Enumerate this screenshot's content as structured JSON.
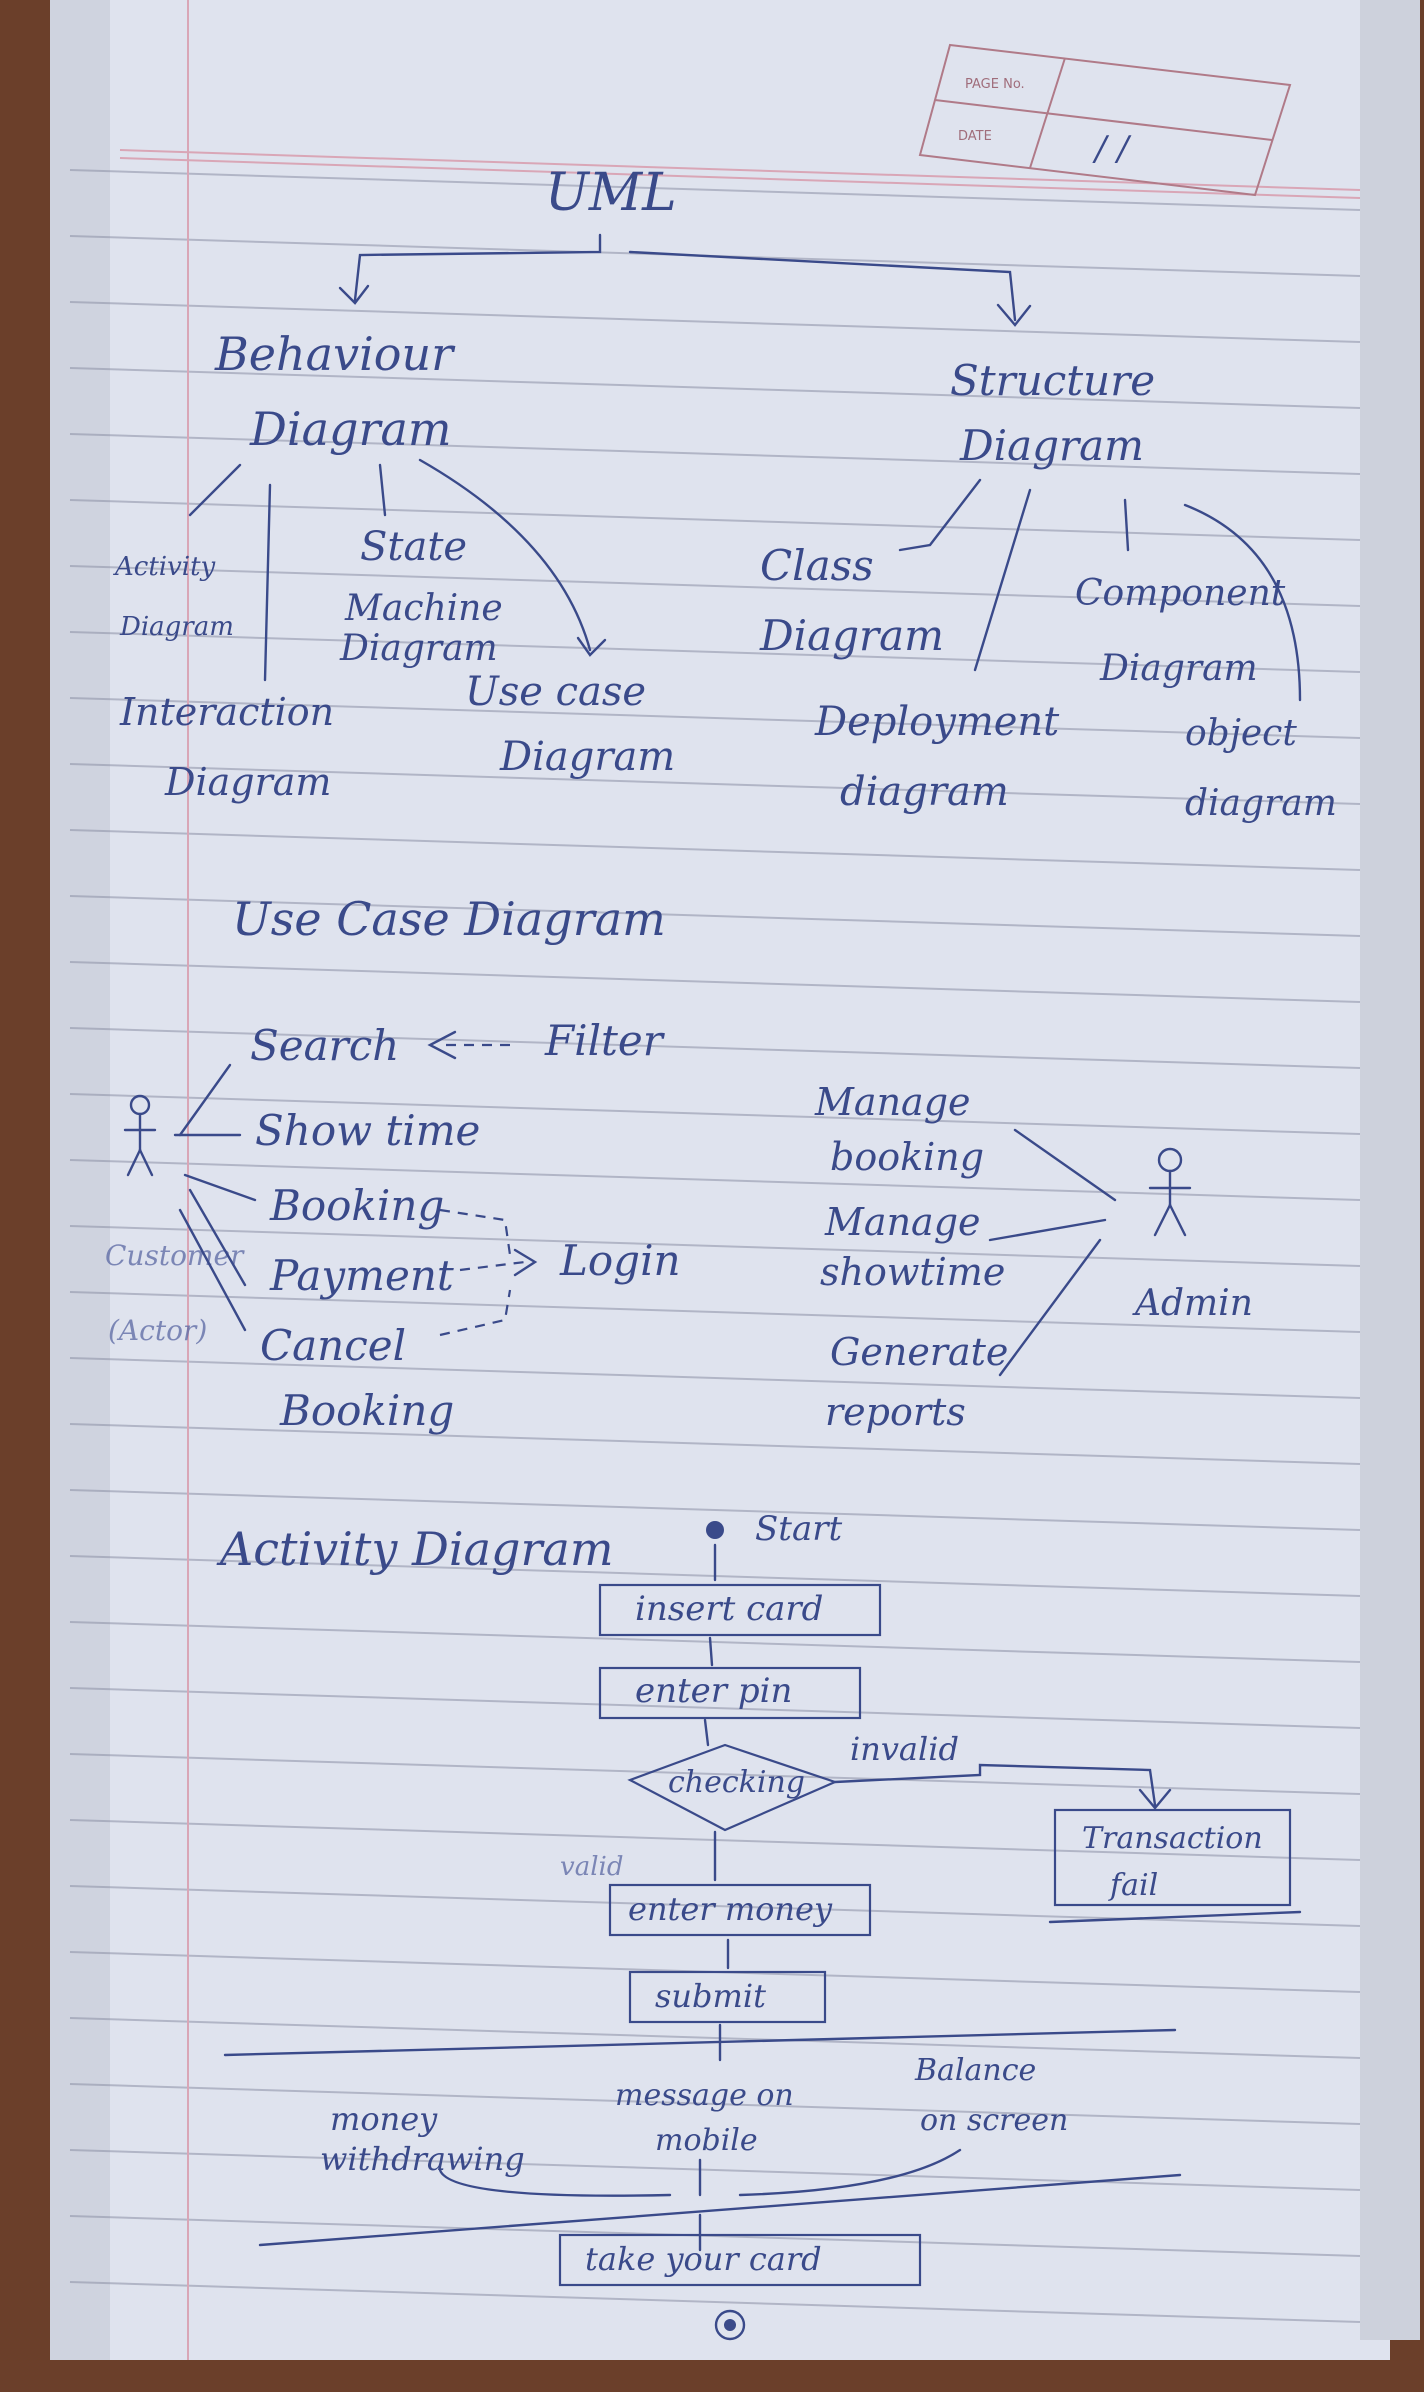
{
  "page_header": {
    "page_no_label": "PAGE No.",
    "date_label": "DATE",
    "date_value": "/ /"
  },
  "uml_tree": {
    "root": "UML",
    "behaviour": {
      "line1": "Behaviour",
      "line2": "Diagram",
      "children": [
        {
          "line1": "Activity",
          "line2": "Diagram"
        },
        {
          "line1": "State",
          "line2": "Machine",
          "line3": "Diagram"
        },
        {
          "line1": "Interaction",
          "line2": "Diagram"
        },
        {
          "line1": "Use case",
          "line2": "Diagram"
        }
      ]
    },
    "structure": {
      "line1": "Structure",
      "line2": "Diagram",
      "children": [
        {
          "line1": "Class",
          "line2": "Diagram"
        },
        {
          "line1": "Component",
          "line2": "Diagram"
        },
        {
          "line1": "Deployment",
          "line2": "diagram"
        },
        {
          "line1": "object",
          "line2": "diagram"
        }
      ]
    }
  },
  "use_case": {
    "heading": "Use Case Diagram",
    "customer_actor": {
      "line1": "Customer",
      "line2": "(Actor)"
    },
    "admin_actor": "Admin",
    "customer_cases": [
      "Search",
      "Show time",
      "Booking",
      "Payment",
      "Cancel",
      "Booking"
    ],
    "filter": "Filter",
    "login": "Login",
    "admin_cases": [
      {
        "line1": "Manage",
        "line2": "booking"
      },
      {
        "line1": "Manage",
        "line2": "showtime"
      },
      {
        "line1": "Generate",
        "line2": "reports"
      }
    ]
  },
  "activity": {
    "heading": "Activity Diagram",
    "start": "Start",
    "steps": [
      "insert card",
      "enter pin"
    ],
    "decision": "checking",
    "invalid_label": "invalid",
    "valid_label": "valid",
    "fail": {
      "line1": "Transaction",
      "line2": "fail"
    },
    "after_valid": [
      "enter money",
      "submit"
    ],
    "parallel": [
      {
        "line1": "money",
        "line2": "withdrawing"
      },
      {
        "line1": "message on",
        "line2": "mobile"
      },
      {
        "line1": "Balance",
        "line2": "on screen"
      }
    ],
    "final_step": "take your card"
  }
}
